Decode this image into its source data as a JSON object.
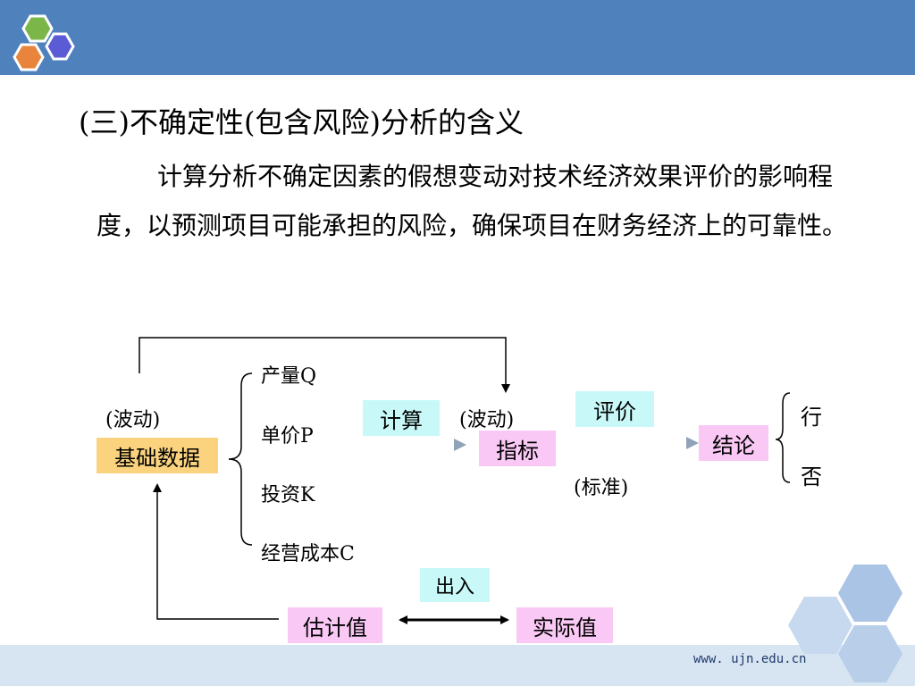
{
  "slide": {
    "title": "(三)不确定性(包含风险)分析的含义",
    "paragraph": "计算分析不确定因素的假想变动对技术经济效果评价的影响程度，以预测项目可能承担的风险，确保项目在财务经济上的可靠性。",
    "footer": "www. ujn.edu.cn"
  },
  "diagram": {
    "fluctuation_left": "(波动)",
    "base_data": "基础数据",
    "factors": [
      "产量Q",
      "单价P",
      "投资K",
      "经营成本C"
    ],
    "calc": "计算",
    "fluctuation_mid": "(波动)",
    "indicator": "指标",
    "evaluate": "评价",
    "standard": "(标准)",
    "conclusion": "结论",
    "yes": "行",
    "no": "否",
    "in_out": "出入",
    "estimate": "估计值",
    "actual": "实际值"
  },
  "colors": {
    "top_bar": "#4f81bd",
    "bottom_bar": "#d7e4f2",
    "base_box": "#fbd37f",
    "pink_box": "#f9c8f4",
    "cyan_box": "#c9f8f8"
  }
}
